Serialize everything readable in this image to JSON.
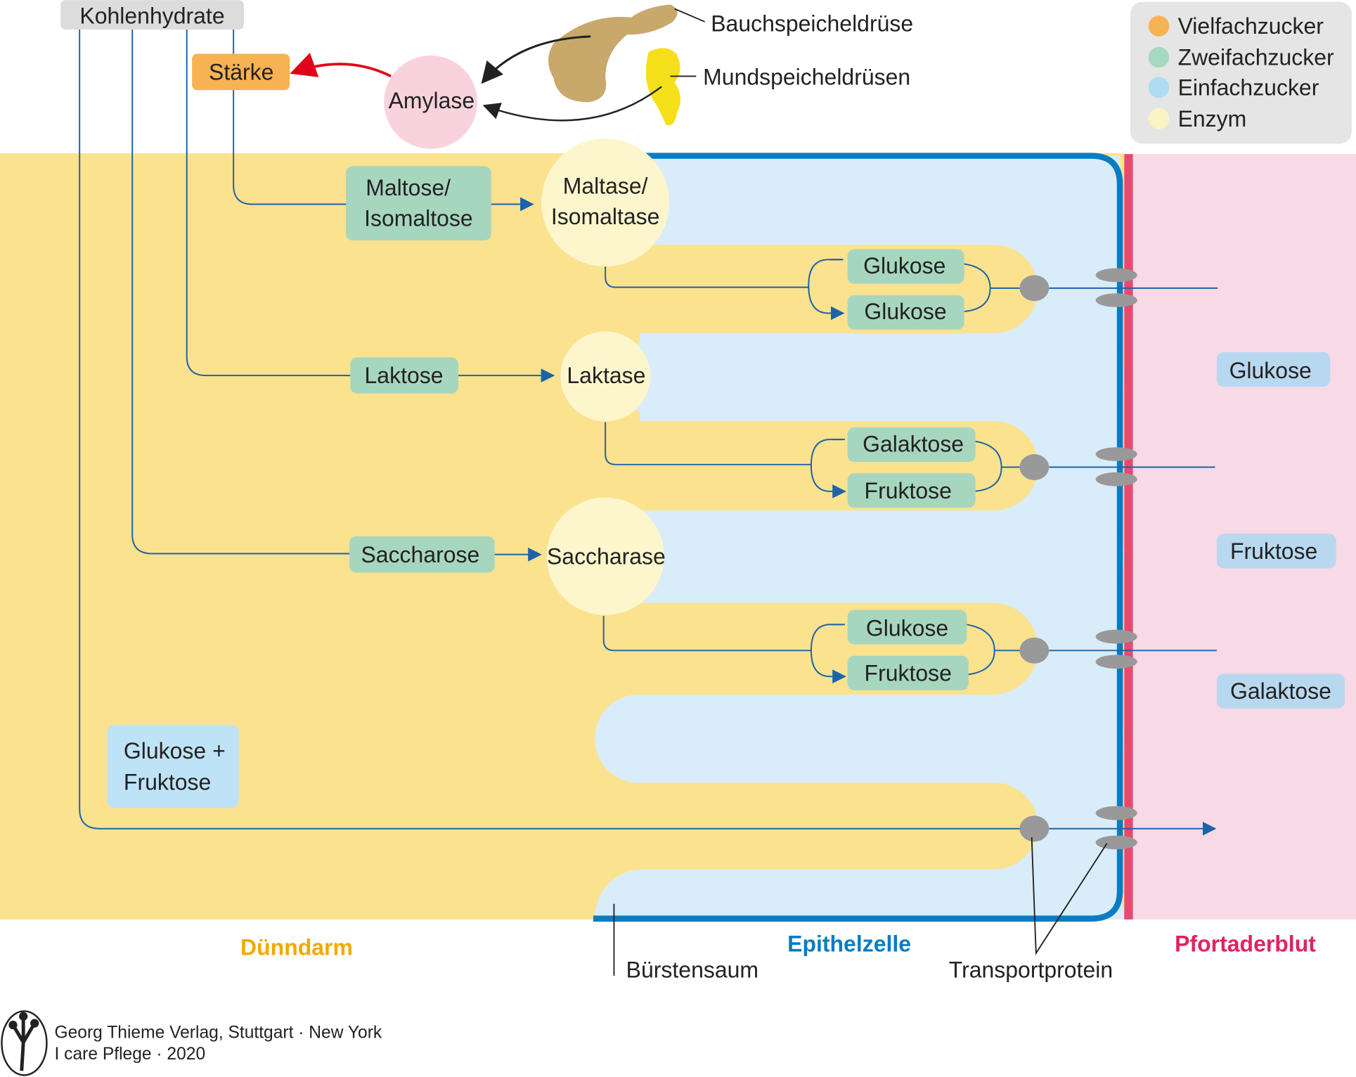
{
  "title": "Kohlenhydrate",
  "colors": {
    "lumen": "#fbe28f",
    "epithel": "#d9ecf9",
    "membrane": "#0a7cc2",
    "blood": "#f8d9e6",
    "blood_border": "#e8496e",
    "polysaccharide": "#f7b254",
    "disaccharide": "#a7d6bf",
    "monosaccharide": "#bfe3f6",
    "enzyme": "#fdf6cc",
    "amylase": "#f8d3de",
    "arrow": "#1d63a8",
    "red_arrow": "#e3001b"
  },
  "legend": [
    {
      "label": "Vielfachzucker",
      "color": "#f7b254"
    },
    {
      "label": "Zweifachzucker",
      "color": "#a7d8c0"
    },
    {
      "label": "Einfachzucker",
      "color": "#aedcf2"
    },
    {
      "label": "Enzym",
      "color": "#fbf3c4"
    }
  ],
  "top": {
    "staerke": "Stärke",
    "amylase": "Amylase",
    "pancreas": "Bauchspeicheldrüse",
    "salivary": "Mundspeicheldrüsen"
  },
  "disaccharides": {
    "maltose": [
      "Maltose/",
      "Isomaltose"
    ],
    "laktose": "Laktose",
    "saccharose": "Saccharose",
    "mono_lumen": [
      "Glukose +",
      "Fruktose"
    ]
  },
  "enzymes": {
    "maltase": [
      "Maltase/",
      "Isomaltase"
    ],
    "laktase": "Laktase",
    "saccharase": "Saccharase"
  },
  "products": [
    [
      "Glukose",
      "Glukose"
    ],
    [
      "Galaktose",
      "Fruktose"
    ],
    [
      "Glukose",
      "Fruktose"
    ]
  ],
  "blood": [
    "Glukose",
    "Fruktose",
    "Galaktose"
  ],
  "regions": {
    "duenndarm": "Dünndarm",
    "epithelzelle": "Epithelzelle",
    "pfortaderblut": "Pfortaderblut",
    "buerstensaum": "Bürstensaum",
    "transportprotein": "Transportprotein"
  },
  "credit": [
    "Georg Thieme Verlag, Stuttgart · New York",
    "I care Pflege · 2020"
  ]
}
